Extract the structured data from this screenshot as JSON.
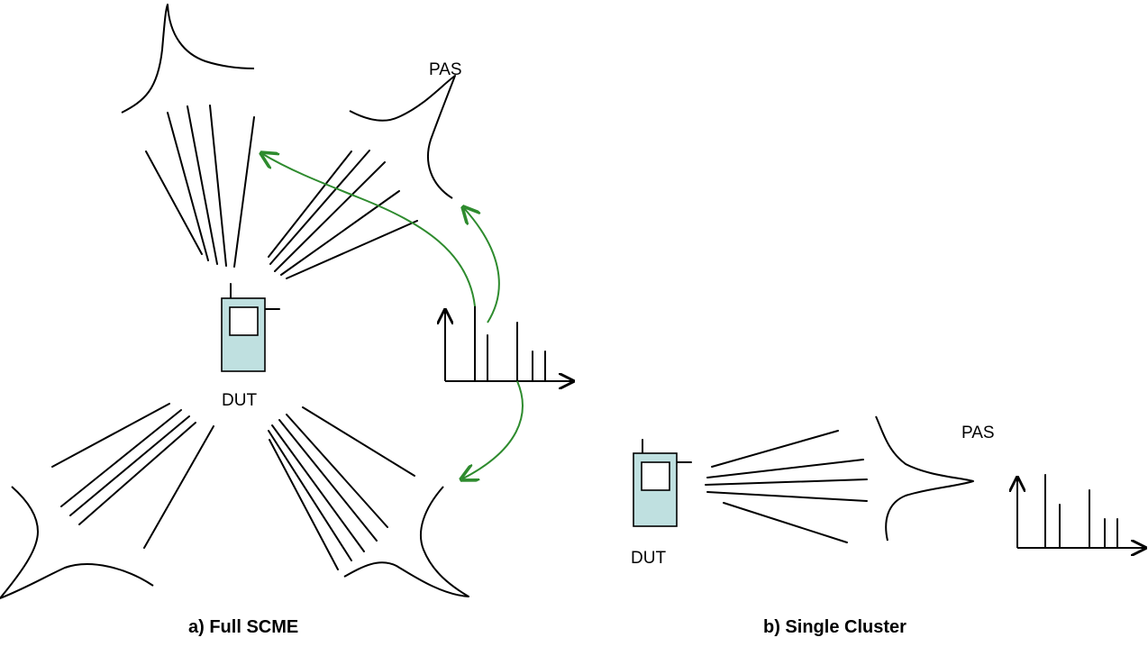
{
  "panel_a": {
    "pas_label": "PAS",
    "dut_label": "DUT",
    "caption": "a) Full SCME"
  },
  "panel_b": {
    "pas_label": "PAS",
    "dut_label": "DUT",
    "caption": "b) Single Cluster"
  },
  "colors": {
    "arrow": "#2e8b2e",
    "dut_fill": "#bfe0e0",
    "line": "#000000"
  }
}
